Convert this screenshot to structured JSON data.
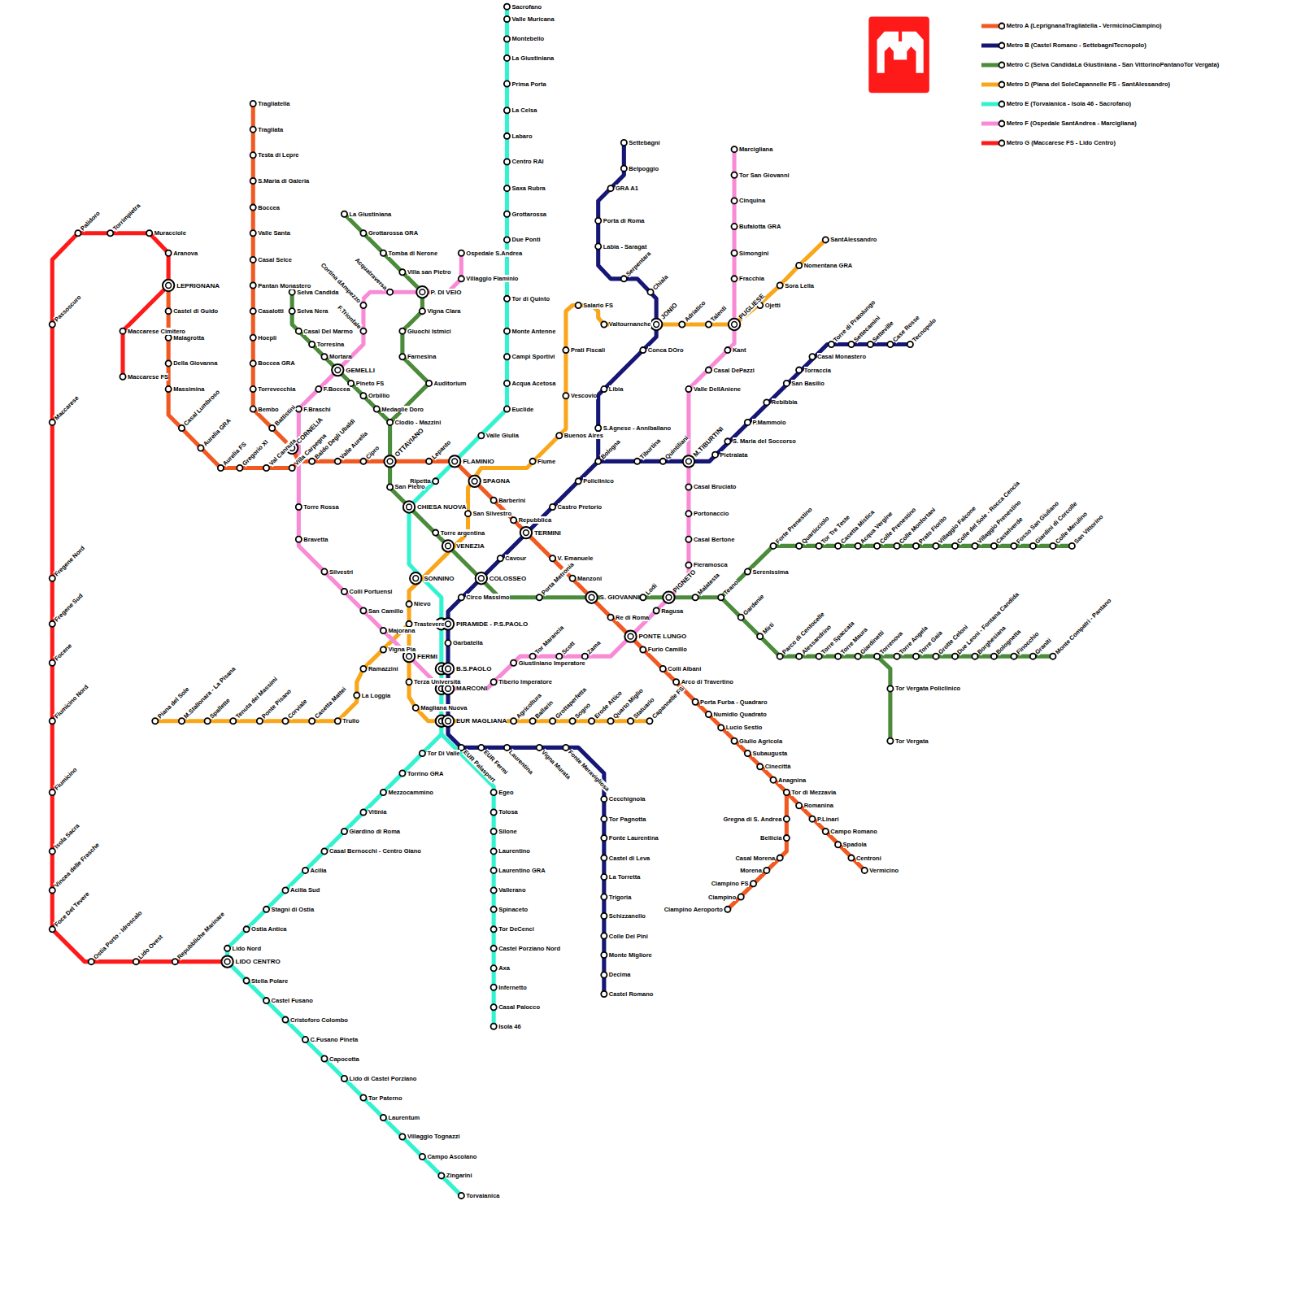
{
  "diagram": {
    "labels": [
      "Tragliatella",
      "Tragliata",
      "Testa di Lepre",
      "S.Maria di Galeria",
      "Boccea",
      "Valle Santa",
      "Casal Selce",
      "Pantan Monastero",
      "Casalotti",
      "Hoepli",
      "Boccea GRA",
      "Torrevecchia",
      "Bembo",
      "Battistini",
      "CORNELIA",
      "Aranova",
      "LEPRIGNANA",
      "Castel di Guido",
      "Malagrotta",
      "Della Giovanna",
      "Massimina",
      "Casal Lumbroso",
      "Aurelia GRA",
      "Aurelia FS",
      "Gregorio XI",
      "Val Cannuta",
      "Villa Carpegna",
      "Baldo Degli Ubaldi",
      "Valle Aurelia",
      "Cipro",
      "OTTAVIANO",
      "Lepanto",
      "FLAMINIO",
      "SPAGNA",
      "Barberini",
      "Repubblica",
      "TERMINI",
      "V. Emanuele",
      "Manzoni",
      "S. GIOVANNI",
      "Re di Roma",
      "PONTE LUNGO",
      "Furio Camillo",
      "Colli Albani",
      "Arco di Travertino",
      "Porta Furba - Quadraro",
      "Numidio Quadrato",
      "Lucio Sestio",
      "Giulio Agricola",
      "Subaugusta",
      "Cinecittà",
      "Anagnina",
      "Tor di Mezzavia",
      "Romanina",
      "P.Linari",
      "Campo Romano",
      "Spadola",
      "Centroni",
      "Vermicino",
      "Gregna di S. Andrea",
      "Bellicia",
      "Casal Morena",
      "Morena",
      "Ciampino FS",
      "Ciampino",
      "Ciampino Aeroporto",
      "Settebagni",
      "Belpoggio",
      "GRA A1",
      "Porta di Roma",
      "Labia - Saragat",
      "Serpentara",
      "Chiala",
      "JONIO",
      "Conca DOro",
      "Libia",
      "S.Agnese - Annibaliano",
      "Bologna",
      "Tiburtina",
      "Quintiliani",
      "M.TIBURTINI",
      "Pietralata",
      "S. Maria del Soccorso",
      "P.Mammolo",
      "Rebibbia",
      "San Basilio",
      "Torraccia",
      "Casal Monastero",
      "Torre di Pratolungo",
      "Settecamini",
      "Setteville",
      "Case Rosse",
      "Tecnopolo",
      "Policlinico",
      "Castro Pretorio",
      "Cavour",
      "COLOSSEO",
      "Circo Massimo",
      "PIRAMIDE - P.S.PAOLO",
      "Garbatella",
      "B.S.PAOLO",
      "MARCONI",
      "EUR MAGLIANA",
      "EUR Palasport",
      "EUR Fermi",
      "Laurentina",
      "Vigna Murata",
      "Fonte Meravigliosa",
      "Cecchignola",
      "Tor Pagnotta",
      "Fonte Laurentina",
      "Castel di Leva",
      "La Torretta",
      "Trigoria",
      "Schizzanello",
      "Colle Dei Pini",
      "Monte Migliore",
      "Decima",
      "Castel Romano",
      "La Giustiniana",
      "Grottarossa GRA",
      "Tomba di Nerone",
      "Villa san Pietro",
      "P. DI VEIO",
      "Vigna Clara",
      "Giuochi Istmici",
      "Farnesina",
      "Auditorium",
      "Clodio - Mazzini",
      "Selva Candida",
      "Selva Nera",
      "Casal Del Marmo",
      "Torresina",
      "Mortara",
      "GEMELLI",
      "Pineto FS",
      "Orbillio",
      "Medaglie Doro",
      "San Pietro",
      "CHIESA NUOVA",
      "Torre argentina",
      "VENEZIA",
      "Porta Metronia",
      "Lodi",
      "PIGNETO",
      "Malatesta",
      "Teano",
      "Serenissima",
      "Forte Prenestino",
      "Quarticciolo",
      "Tor Tre Teste",
      "Casetta Mistica",
      "Acqua Vergine",
      "Colle Prenestino",
      "Colle Monfortani",
      "Prato Fiorito",
      "Villaggio Falcone",
      "Colle del Sole - Rocca Cencia",
      "Villaggio Prenestino",
      "Castelverde",
      "Fosso San Giuliano",
      "Giardini di Corcolle",
      "Colle Merulino",
      "San Vittorino",
      "Gardenie",
      "Mirti",
      "Parco di Centocelle",
      "Alessandrino",
      "Torre Spaccata",
      "Torre Maura",
      "Giardinetti",
      "Torrenova",
      "Torre Angela",
      "Torre Gaia",
      "Grotte Celoni",
      "Due Leoni - Fontana Candida",
      "Borghesiana",
      "Bolognetta",
      "Finocchio",
      "Graniti",
      "Monte Compatri - Pantano",
      "Tor Vergata Policlinico",
      "Tor Vergata",
      "Piana del Sole",
      "M.Stallonara - La Pisana",
      "Spallette",
      "Tenuta dei Massimi",
      "Ponte Pisano",
      "Corviale",
      "Casetta Mattei",
      "Trullo",
      "La Loggia",
      "Ramazzini",
      "Vigna Pia",
      "Trastevere",
      "Nievo",
      "SONNINO",
      "San Silvestro",
      "Fiume",
      "Buenos Aires",
      "Vescovio",
      "Prati Fiscali",
      "Salario FS",
      "Valtournanche",
      "Adriatico",
      "Talenti",
      "PUGLIESE",
      "Ojetti",
      "Sora Lella",
      "Nomentana GRA",
      "SantAlessandro",
      "FERMI",
      "Terza Università",
      "Magliana Nuova",
      "Agricoltura",
      "Ballarin",
      "Grottaperfetta",
      "Sogno",
      "Erode Attico",
      "Quarto Miglio",
      "Statuario",
      "Capannelle FS",
      "Sacrofano",
      "Valle Muricana",
      "Montebello",
      "La Giustiniana",
      "Prima Porta",
      "La Celsa",
      "Labaro",
      "Centro RAI",
      "Saxa Rubra",
      "Grottarossa",
      "Due Ponti",
      "Tor di Quinto",
      "Monte Antenne",
      "Campi Sportivi",
      "Acqua Acetosa",
      "Euclide",
      "Valle Giulia",
      "Ripetta",
      "Tor Di Valle",
      "Torrino GRA",
      "Mezzocammino",
      "Vitinia",
      "Giardino di Roma",
      "Casal Bernocchi - Centro Giano",
      "Acilia",
      "Acilia Sud",
      "Stagni di Ostia",
      "Ostia Antica",
      "Lido Nord",
      "LIDO CENTRO",
      "Stella Polare",
      "Castel Fusano",
      "Cristoforo Colombo",
      "C.Fusano Pineta",
      "Capocotta",
      "Lido di Castel Porziano",
      "Tor Paterno",
      "Laurentum",
      "Villaggio Tognazzi",
      "Campo Ascolano",
      "Zingarini",
      "Torvaianica",
      "Egeo",
      "Tolosa",
      "Silone",
      "Laurentino",
      "Laurentino GRA",
      "Vallerano",
      "Spinaceto",
      "Tor DeCenci",
      "Castel Porziano Nord",
      "Axa",
      "Infernetto",
      "Casal Palocco",
      "Isola 46",
      "Ospedale S.Andrea",
      "Villaggio Flaminio",
      "Acquatraversa",
      "Cortina dAmpezzo",
      "F.Trionfale",
      "F.Boccea",
      "F.Braschi",
      "Torre Rossa",
      "Bravetta",
      "Silvestri",
      "Colli Portuensi",
      "San Camillo",
      "Majorana",
      "Tiberio Imperatore",
      "Giustiniano Imperatore",
      "Tor Marancia",
      "Scott",
      "Zama",
      "Ragusa",
      "Fieramosca",
      "Casal Bertone",
      "Portonaccio",
      "Casal Bruciato",
      "Valle DellAniene",
      "Casal DePazzi",
      "Kant",
      "Fracchia",
      "Simongini",
      "Bufalotta GRA",
      "Cinquina",
      "Tor San Giovanni",
      "Marcigliana",
      "Muracciole",
      "Torrimpietra",
      "Palidoro",
      "Passoscuro",
      "Maccarese",
      "Fregene Nord",
      "Fregene Sud",
      "Focene",
      "Fiumicino Nord",
      "Fiumicino",
      "Isola Sacra",
      "Vincea delle Frasche",
      "Foce Del Tevere",
      "Ostia Porto - Idroscalo",
      "Lido Ovest",
      "Repubbliche Marinare",
      "Maccarese Cimitero",
      "Maccarese FS"
    ],
    "legend": [
      {
        "text": "Metro A (LeprignanaTragliatella - VermicinoCiampino)",
        "color": "#F05A22"
      },
      {
        "text": "Metro B (Castel Romano - SettebagniTecnopolo)",
        "color": "#161675"
      },
      {
        "text": "Metro C (Selva CandidaLa Giustiniana - San VittorinoPantanoTor Vergata)",
        "color": "#4B8B3B"
      },
      {
        "text": "Metro D (Piana del SoleCapannelle FS - SantAlessandro)",
        "color": "#F9A61A"
      },
      {
        "text": "Metro E (Torvaianica - Isola 46 - Sacrofano)",
        "color": "#33F2D0"
      },
      {
        "text": "Metro F (Ospedale SantAndrea - Marcigliana)",
        "color": "#F88AD6"
      },
      {
        "text": "Metro G (Maccarese FS - Lido Centro)",
        "color": "#FF1A1A"
      }
    ]
  }
}
